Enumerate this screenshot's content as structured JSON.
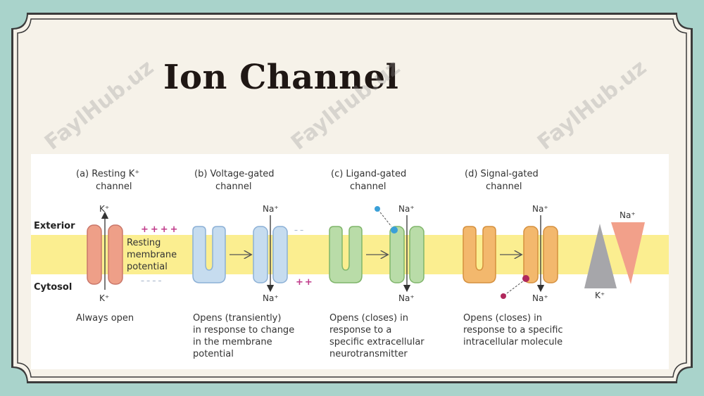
{
  "title": "Ion Channel",
  "watermark": "FaylHub.uz",
  "side_labels": {
    "exterior": "Exterior",
    "cytosol": "Cytosol"
  },
  "panels": [
    {
      "heading_1": "(a) Resting K⁺",
      "heading_2": "channel",
      "ion_top": "K⁺",
      "ion_bottom": "K⁺",
      "charges_top": "++++",
      "charges_bottom": "– – – –",
      "inner_1": "Resting",
      "inner_2": "membrane",
      "inner_3": "potential",
      "caption": [
        "Always open"
      ]
    },
    {
      "heading_1": "(b) Voltage-gated",
      "heading_2": "channel",
      "ion_top": "Na⁺",
      "ion_bottom": "Na⁺",
      "charges_top": "– –",
      "charges_bottom": "++",
      "caption": [
        "Opens (transiently)",
        "in response to change",
        "in the membrane",
        "potential"
      ]
    },
    {
      "heading_1": "(c) Ligand-gated",
      "heading_2": "channel",
      "ion_top": "Na⁺",
      "ion_bottom": "Na⁺",
      "caption": [
        "Opens (closes) in",
        "response to a",
        "specific extracellular",
        "neurotransmitter"
      ]
    },
    {
      "heading_1": "(d) Signal-gated",
      "heading_2": "channel",
      "ion_top": "Na⁺",
      "ion_bottom": "Na⁺",
      "caption": [
        "Opens (closes) in",
        "response to a specific",
        "intracellular molecule"
      ]
    }
  ],
  "gradient": {
    "na_label": "Na⁺",
    "k_label": "K⁺"
  },
  "colors": {
    "membrane": "#fbee90",
    "k_channel": "#ee9f88",
    "voltage_channel": "#c6dcef",
    "ligand_channel": "#b9dca8",
    "signal_channel": "#f3b86d",
    "na_triangle": "#f2a08a",
    "k_triangle": "#a6a6aa",
    "frame_teal": "#a9d3cb",
    "card": "#f6f2e9"
  }
}
